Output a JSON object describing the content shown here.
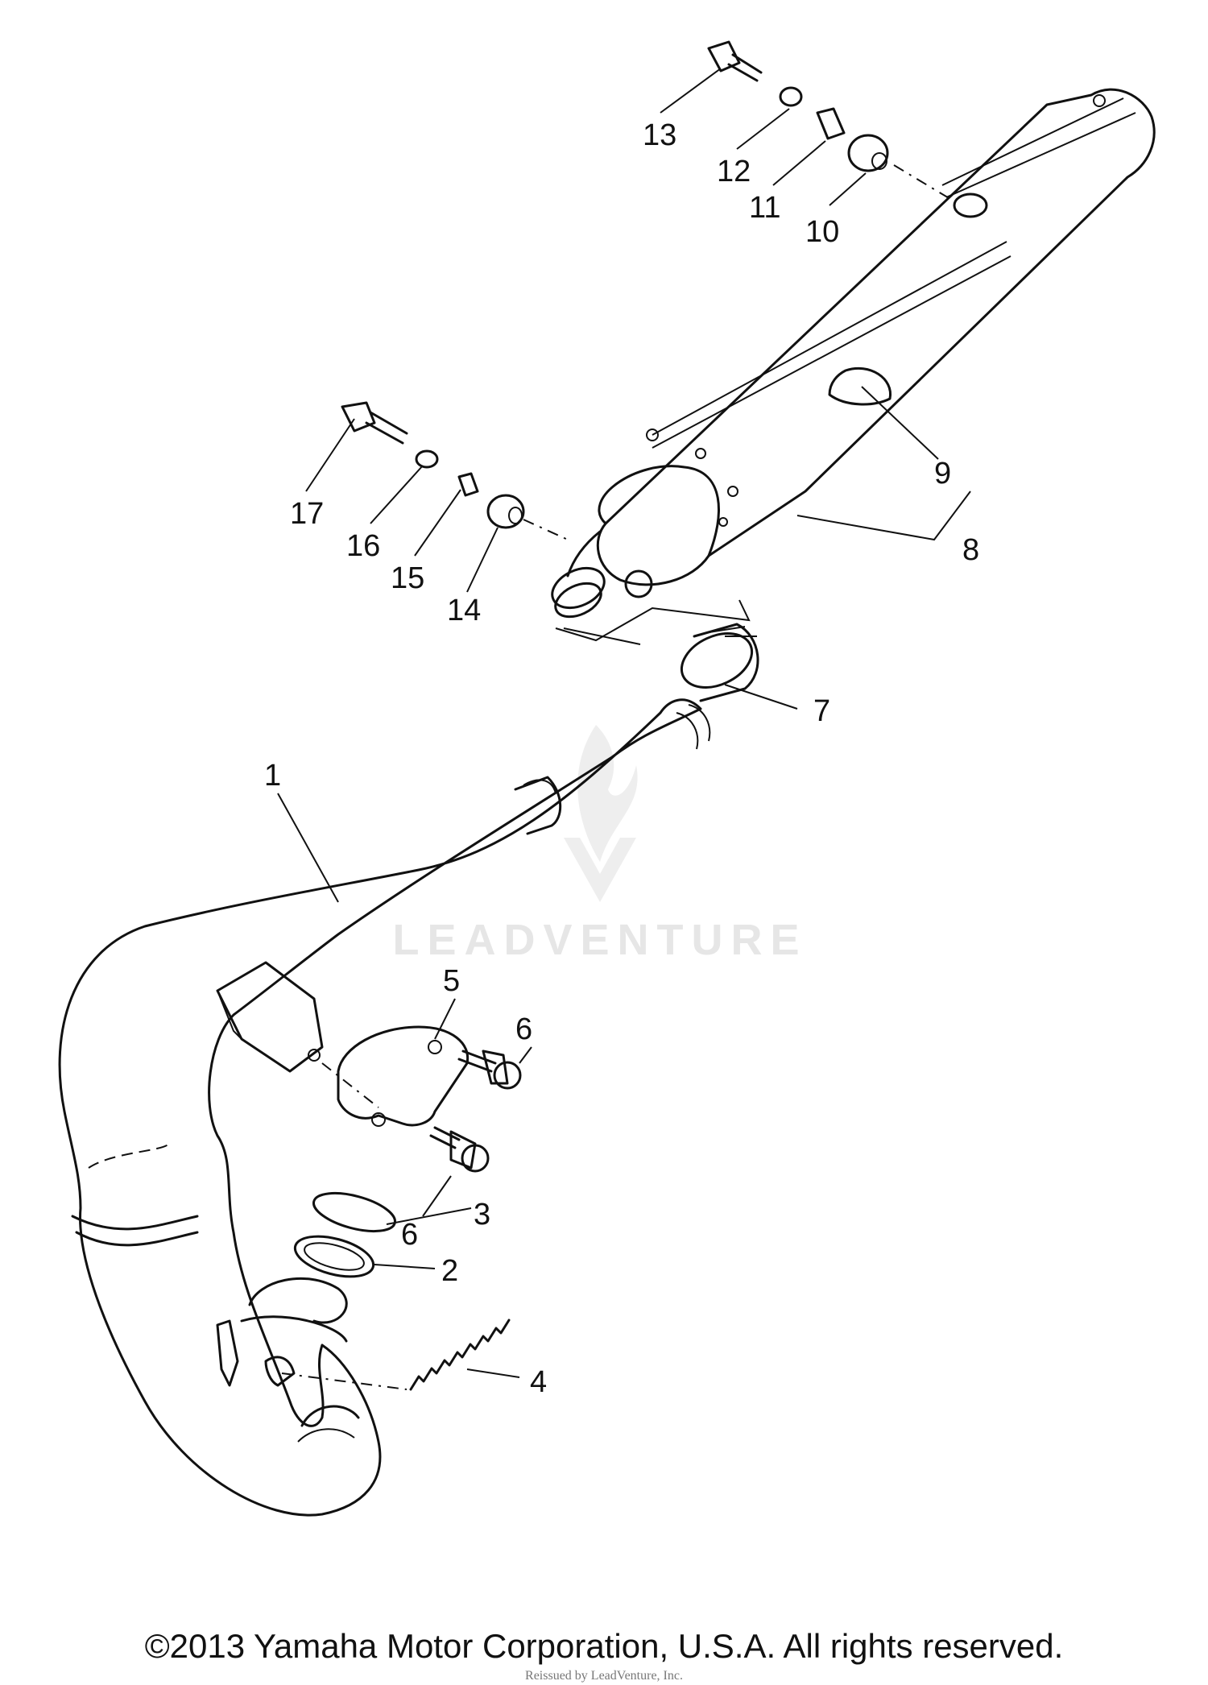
{
  "callouts": [
    {
      "id": "1",
      "text": "1"
    },
    {
      "id": "2",
      "text": "2"
    },
    {
      "id": "3",
      "text": "3"
    },
    {
      "id": "4",
      "text": "4"
    },
    {
      "id": "5",
      "text": "5"
    },
    {
      "id": "6a",
      "text": "6"
    },
    {
      "id": "6b",
      "text": "6"
    },
    {
      "id": "7",
      "text": "7"
    },
    {
      "id": "8",
      "text": "8"
    },
    {
      "id": "9",
      "text": "9"
    },
    {
      "id": "10",
      "text": "10"
    },
    {
      "id": "11",
      "text": "11"
    },
    {
      "id": "12",
      "text": "12"
    },
    {
      "id": "13",
      "text": "13"
    },
    {
      "id": "14",
      "text": "14"
    },
    {
      "id": "15",
      "text": "15"
    },
    {
      "id": "16",
      "text": "16"
    },
    {
      "id": "17",
      "text": "17"
    }
  ],
  "watermark": {
    "text": "LEADVENTURE",
    "logo": "leadventure-flame-logo"
  },
  "footer": {
    "copyright": "©2013 Yamaha Motor Corporation, U.S.A. All rights reserved.",
    "reissued": "Reissued by LeadVenture, Inc."
  },
  "colors": {
    "ink": "#111111",
    "watermark": "#e6e6e6",
    "background": "#ffffff"
  }
}
